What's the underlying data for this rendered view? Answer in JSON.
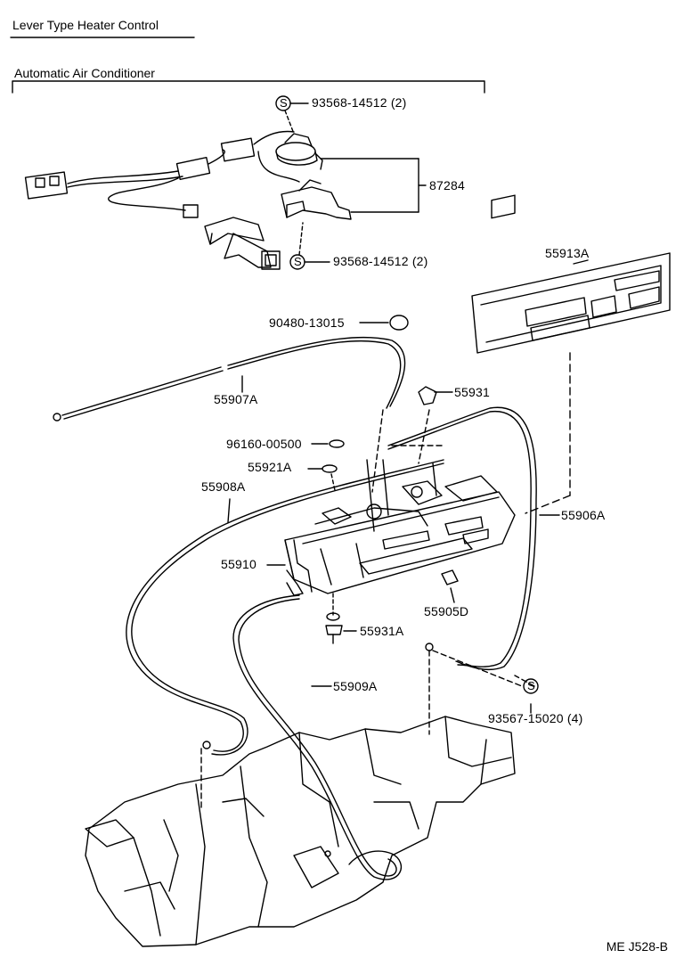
{
  "headers": {
    "lever_type": "Lever Type Heater Control",
    "automatic": "Automatic Air Conditioner"
  },
  "parts": [
    {
      "id": "p1",
      "label": "93568-14512 (2)"
    },
    {
      "id": "p2",
      "label": "87284"
    },
    {
      "id": "p3",
      "label": "93568-14512 (2)"
    },
    {
      "id": "p4",
      "label": "55913A"
    },
    {
      "id": "p5",
      "label": "90480-13015"
    },
    {
      "id": "p6",
      "label": "55907A"
    },
    {
      "id": "p7",
      "label": "55931"
    },
    {
      "id": "p8",
      "label": "96160-00500"
    },
    {
      "id": "p9",
      "label": "55921A"
    },
    {
      "id": "p10",
      "label": "55908A"
    },
    {
      "id": "p11",
      "label": "55906A"
    },
    {
      "id": "p12",
      "label": "55910"
    },
    {
      "id": "p13",
      "label": "55905D"
    },
    {
      "id": "p14",
      "label": "55931A"
    },
    {
      "id": "p15",
      "label": "55909A"
    },
    {
      "id": "p16",
      "label": "93567-15020 (4)"
    }
  ],
  "symbol_s": "S",
  "reference_code": "ME J528-B"
}
